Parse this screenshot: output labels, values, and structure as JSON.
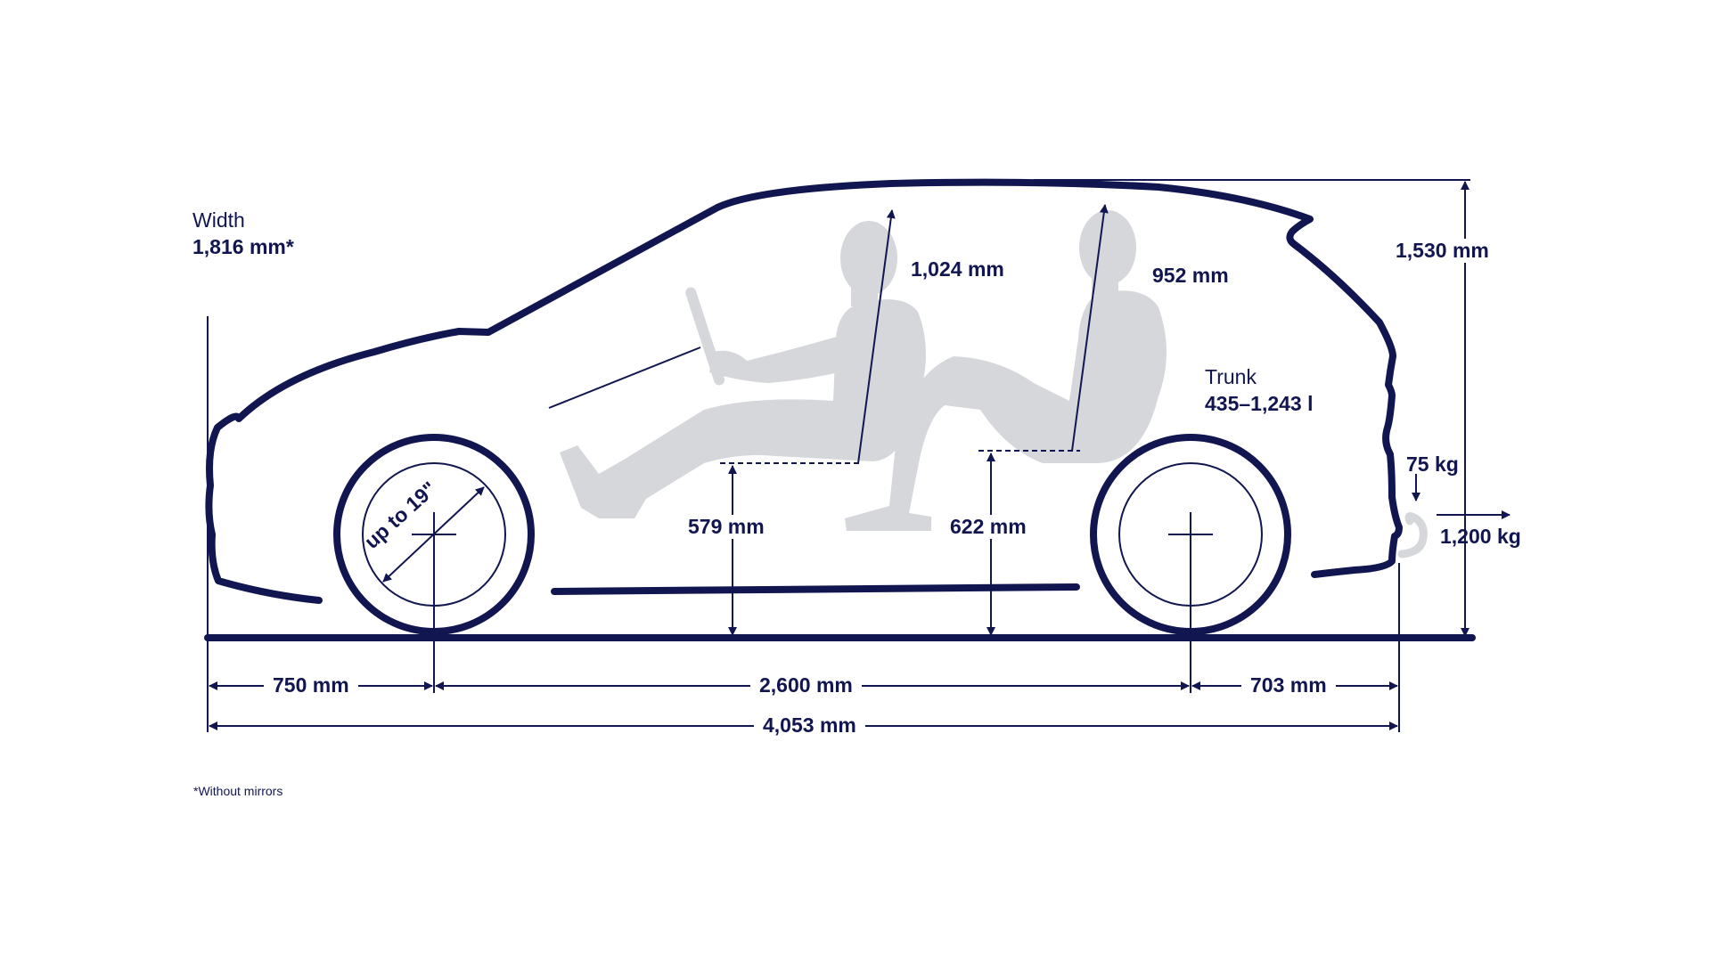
{
  "colors": {
    "outline": "#121650",
    "silhouette": "#d6d7db",
    "background": "#ffffff"
  },
  "width_block": {
    "title": "Width",
    "value": "1,816 mm*"
  },
  "height": "1,530 mm",
  "front_headroom": "1,024 mm",
  "rear_headroom": "952 mm",
  "front_seat_height": "579 mm",
  "rear_seat_height": "622 mm",
  "wheel_size": "up to 19\"",
  "trunk": {
    "title": "Trunk",
    "value": "435–1,243 l"
  },
  "towbar": {
    "vertical_load": "75 kg",
    "towing_capacity": "1,200 kg"
  },
  "front_overhang": "750 mm",
  "wheelbase": "2,600 mm",
  "rear_overhang": "703 mm",
  "overall_length": "4,053 mm",
  "footnote": "*Without mirrors"
}
